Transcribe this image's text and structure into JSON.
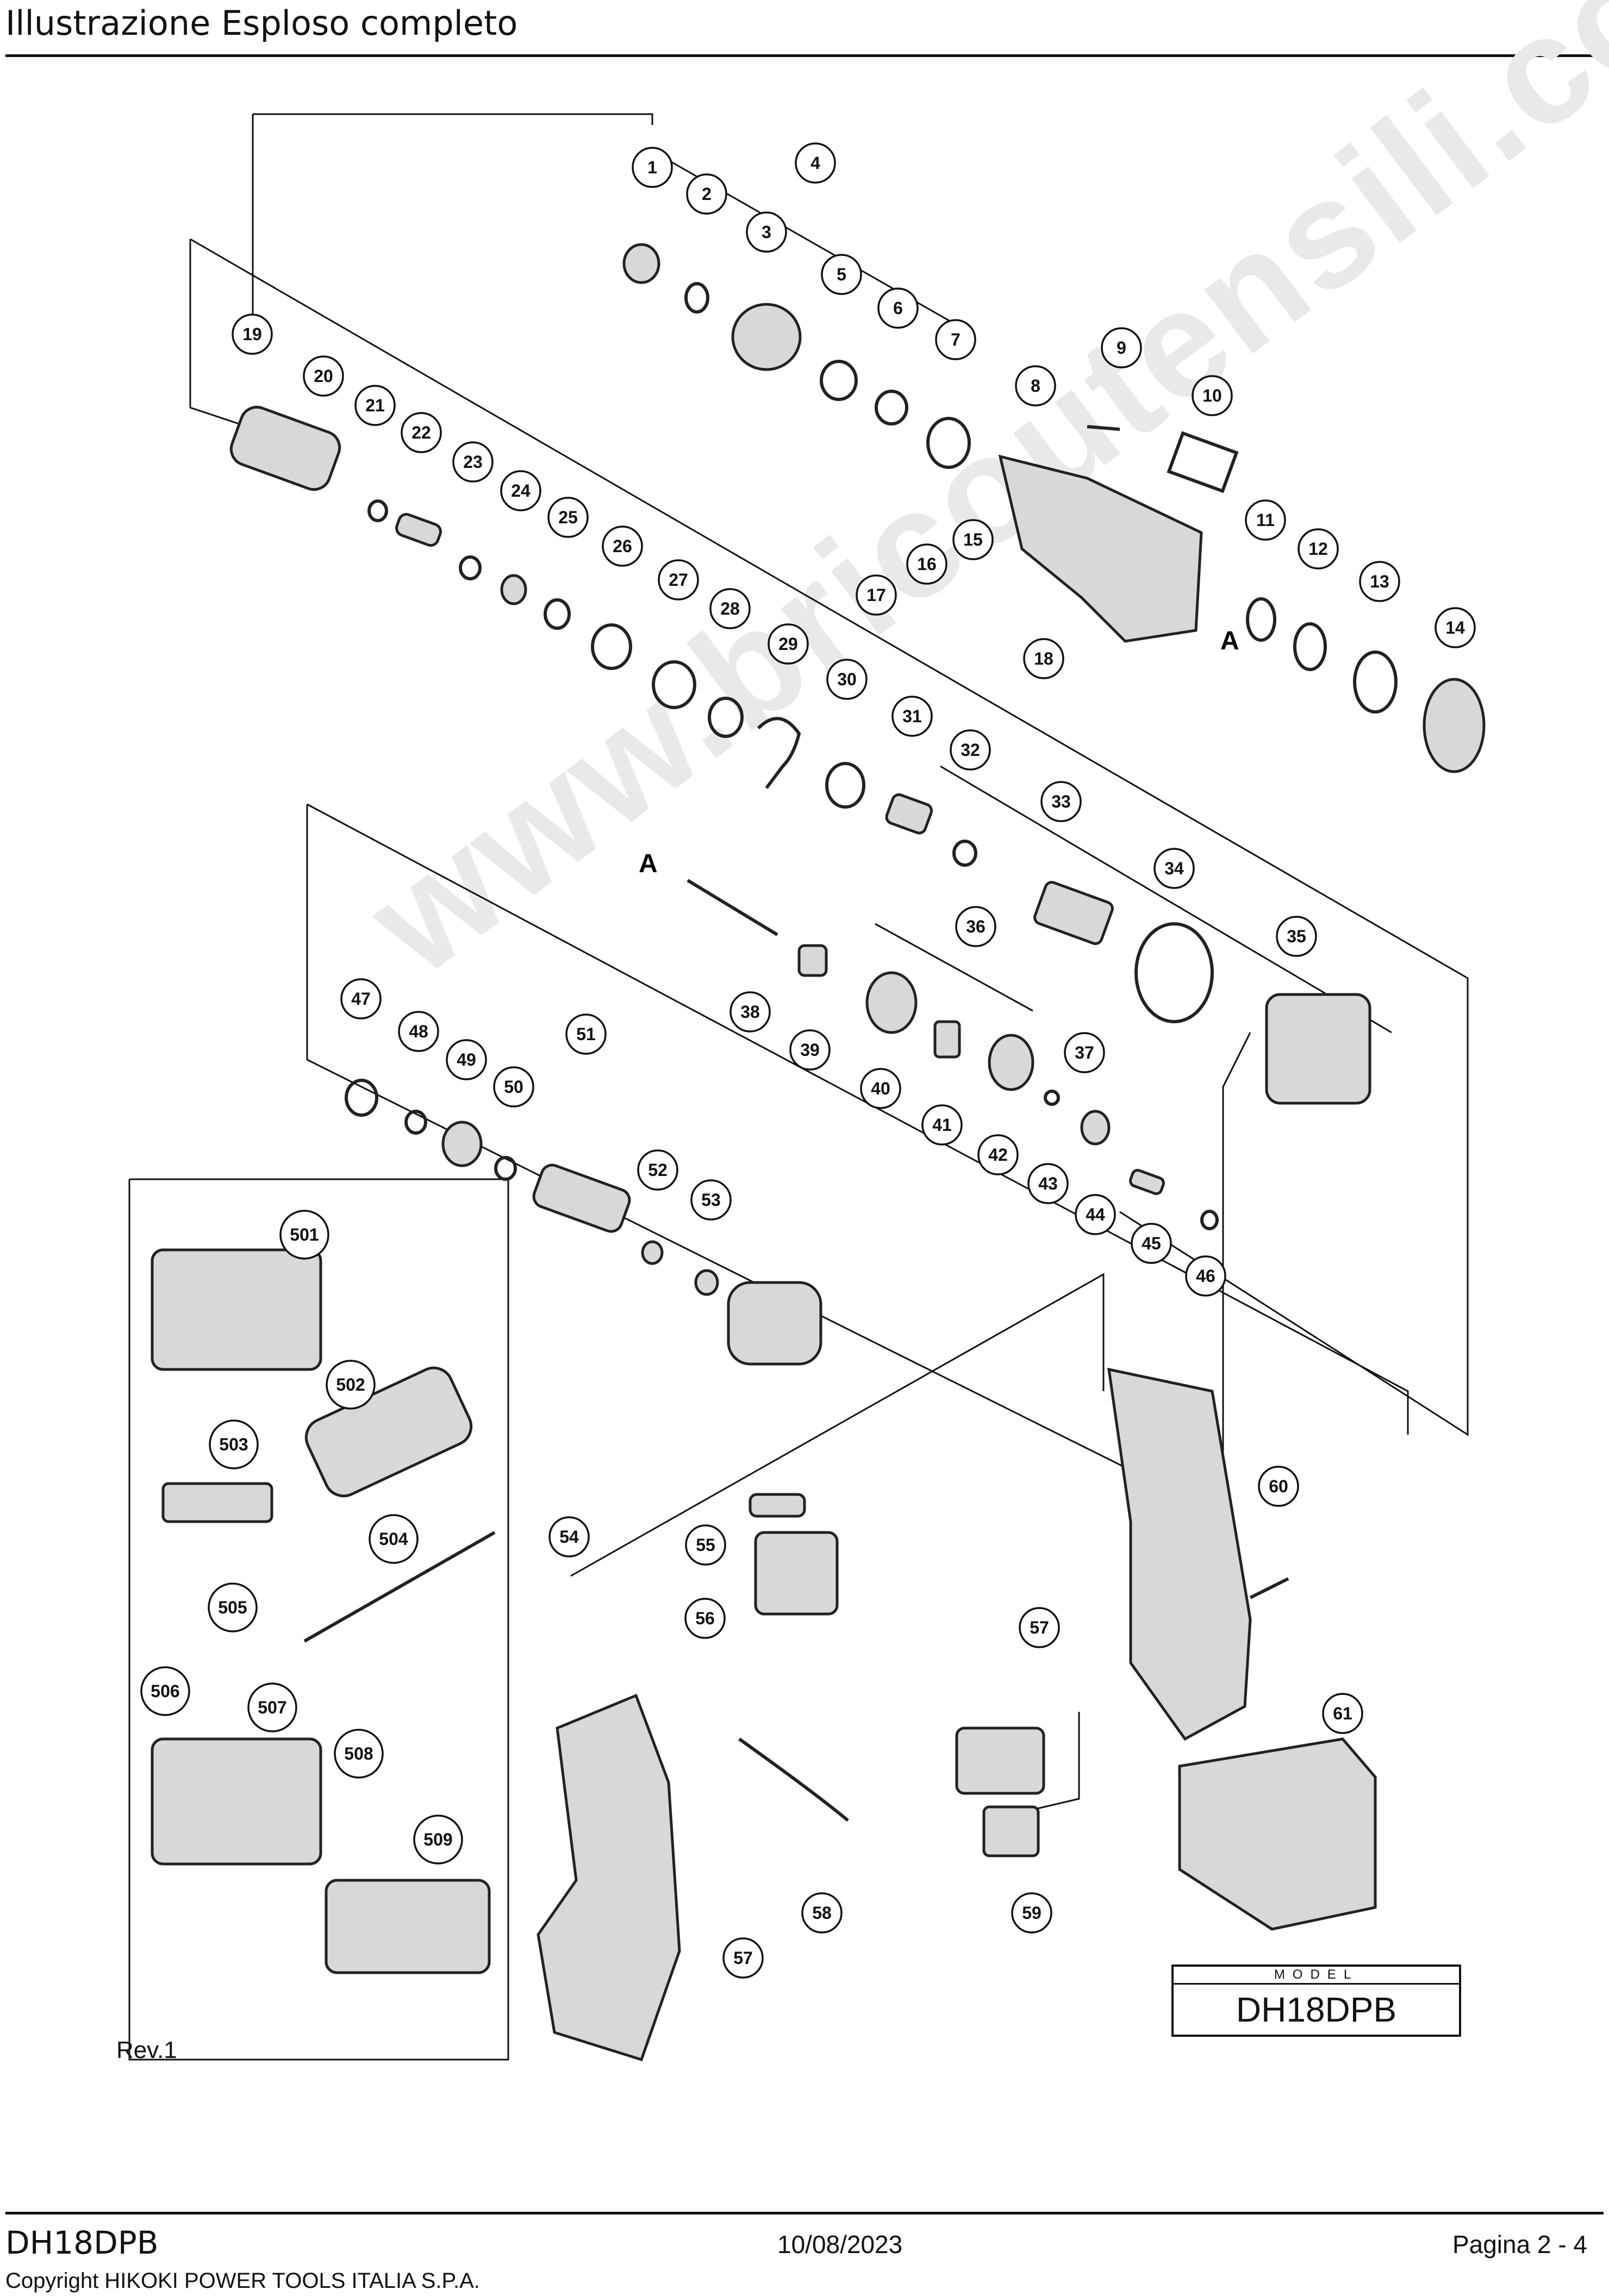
{
  "header": {
    "title": "Illustrazione  Esploso completo"
  },
  "diagram": {
    "section_marker": "A",
    "callouts": [
      "1",
      "2",
      "3",
      "4",
      "5",
      "6",
      "7",
      "8",
      "9",
      "10",
      "11",
      "12",
      "13",
      "14",
      "15",
      "16",
      "17",
      "18",
      "19",
      "20",
      "21",
      "22",
      "23",
      "24",
      "25",
      "26",
      "27",
      "28",
      "29",
      "30",
      "31",
      "32",
      "33",
      "34",
      "35",
      "36",
      "37",
      "38",
      "39",
      "40",
      "41",
      "42",
      "43",
      "44",
      "45",
      "46",
      "47",
      "48",
      "49",
      "50",
      "51",
      "52",
      "53",
      "54",
      "55",
      "56",
      "57",
      "57",
      "58",
      "59",
      "60",
      "61",
      "501",
      "502",
      "503",
      "504",
      "505",
      "506",
      "507",
      "508",
      "509"
    ]
  },
  "model_box": {
    "label": "MODEL",
    "value": "DH18DPB"
  },
  "revision": "Rev.1",
  "watermark": "www.bricoutensili.com",
  "footer": {
    "model_code": "DH18DPB",
    "date": "10/08/2023",
    "page": "Pagina 2 - 4",
    "copyright": "Copyright HIKOKI POWER TOOLS ITALIA S.P.A."
  }
}
